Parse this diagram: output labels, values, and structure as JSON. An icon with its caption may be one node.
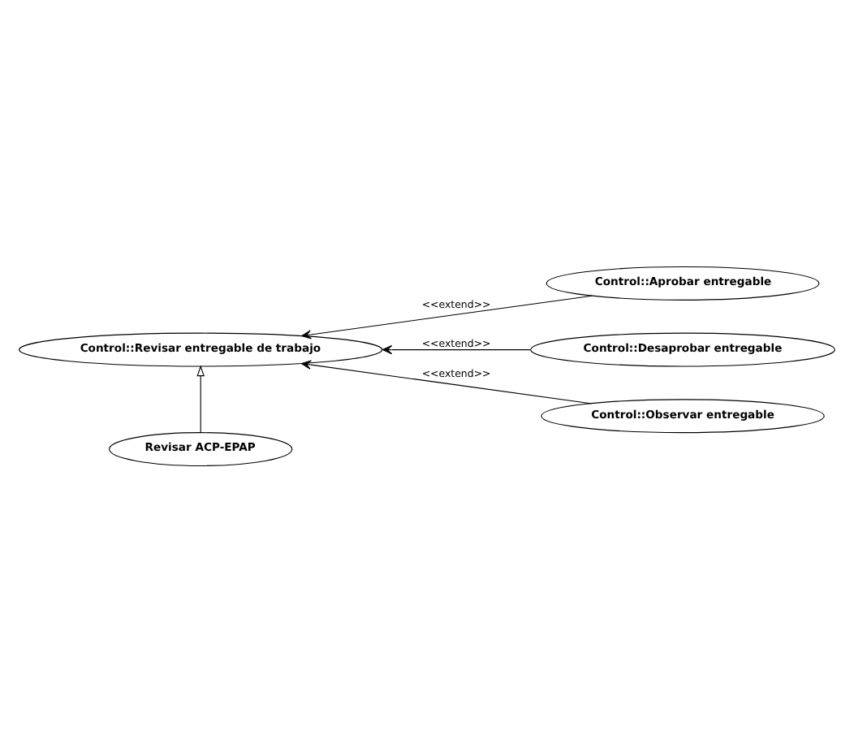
{
  "diagram": {
    "nodes": [
      {
        "text": [
          "Control::Revisar entregable de trabajo"
        ]
      },
      {
        "text": [
          "Control::Aprobar entregable"
        ]
      },
      {
        "text": [
          "Control::Desaprobar entregable"
        ]
      },
      {
        "text": [
          "Control::Observar entregable"
        ]
      },
      {
        "text": [
          "Revisar ACP-EPAP"
        ]
      }
    ],
    "edges": [
      {
        "from": 1,
        "to": 0,
        "arrow": "to",
        "label": "<<extend>>"
      },
      {
        "from": 2,
        "to": 0,
        "arrow": "to",
        "label": "<<extend>>"
      },
      {
        "from": 3,
        "to": 0,
        "arrow": "to",
        "label": "<<extend>>"
      },
      {
        "from": 4,
        "to": 0,
        "arrow": "to"
      }
    ]
  }
}
